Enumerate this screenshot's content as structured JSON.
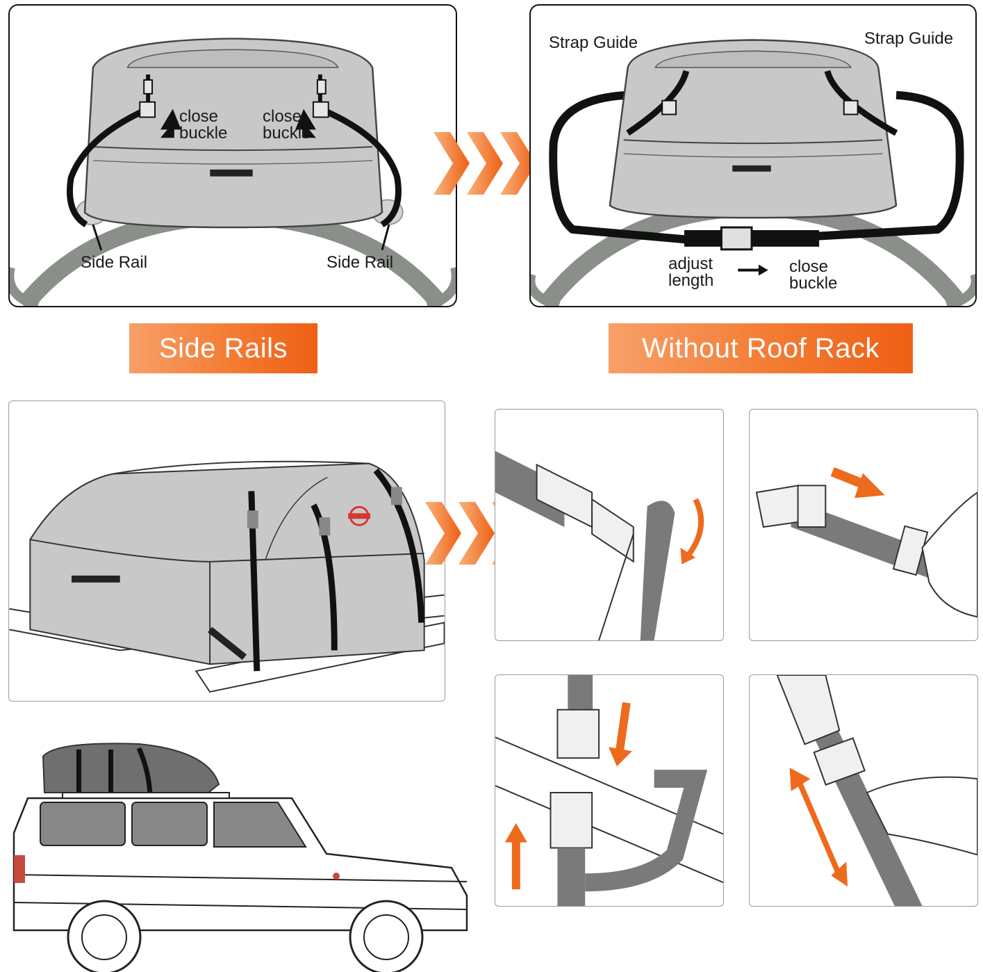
{
  "panels": {
    "side_rails": {
      "label_close_left_1": "close",
      "label_close_left_2": "buckle",
      "label_close_right_1": "close",
      "label_close_right_2": "buckle",
      "label_rail_left": "Side Rail",
      "label_rail_right": "Side Rail"
    },
    "without_rack": {
      "label_guide_left": "Strap Guide",
      "label_guide_right": "Strap Guide",
      "label_adjust_1": "adjust",
      "label_adjust_2": "length",
      "label_close_1": "close",
      "label_close_2": "buckle"
    }
  },
  "banners": {
    "side_rails": "Side Rails",
    "without_roof_rack": "Without Roof Rack"
  },
  "colors": {
    "accent_orange": "#f37b32",
    "bag_gray": "#c8c8c8",
    "strap_black": "#111111",
    "rail_gray": "#8a8f8a"
  },
  "icons": [
    "chevron-right-icon",
    "arrow-icon",
    "buckle-icon",
    "brand-logo-icon"
  ]
}
